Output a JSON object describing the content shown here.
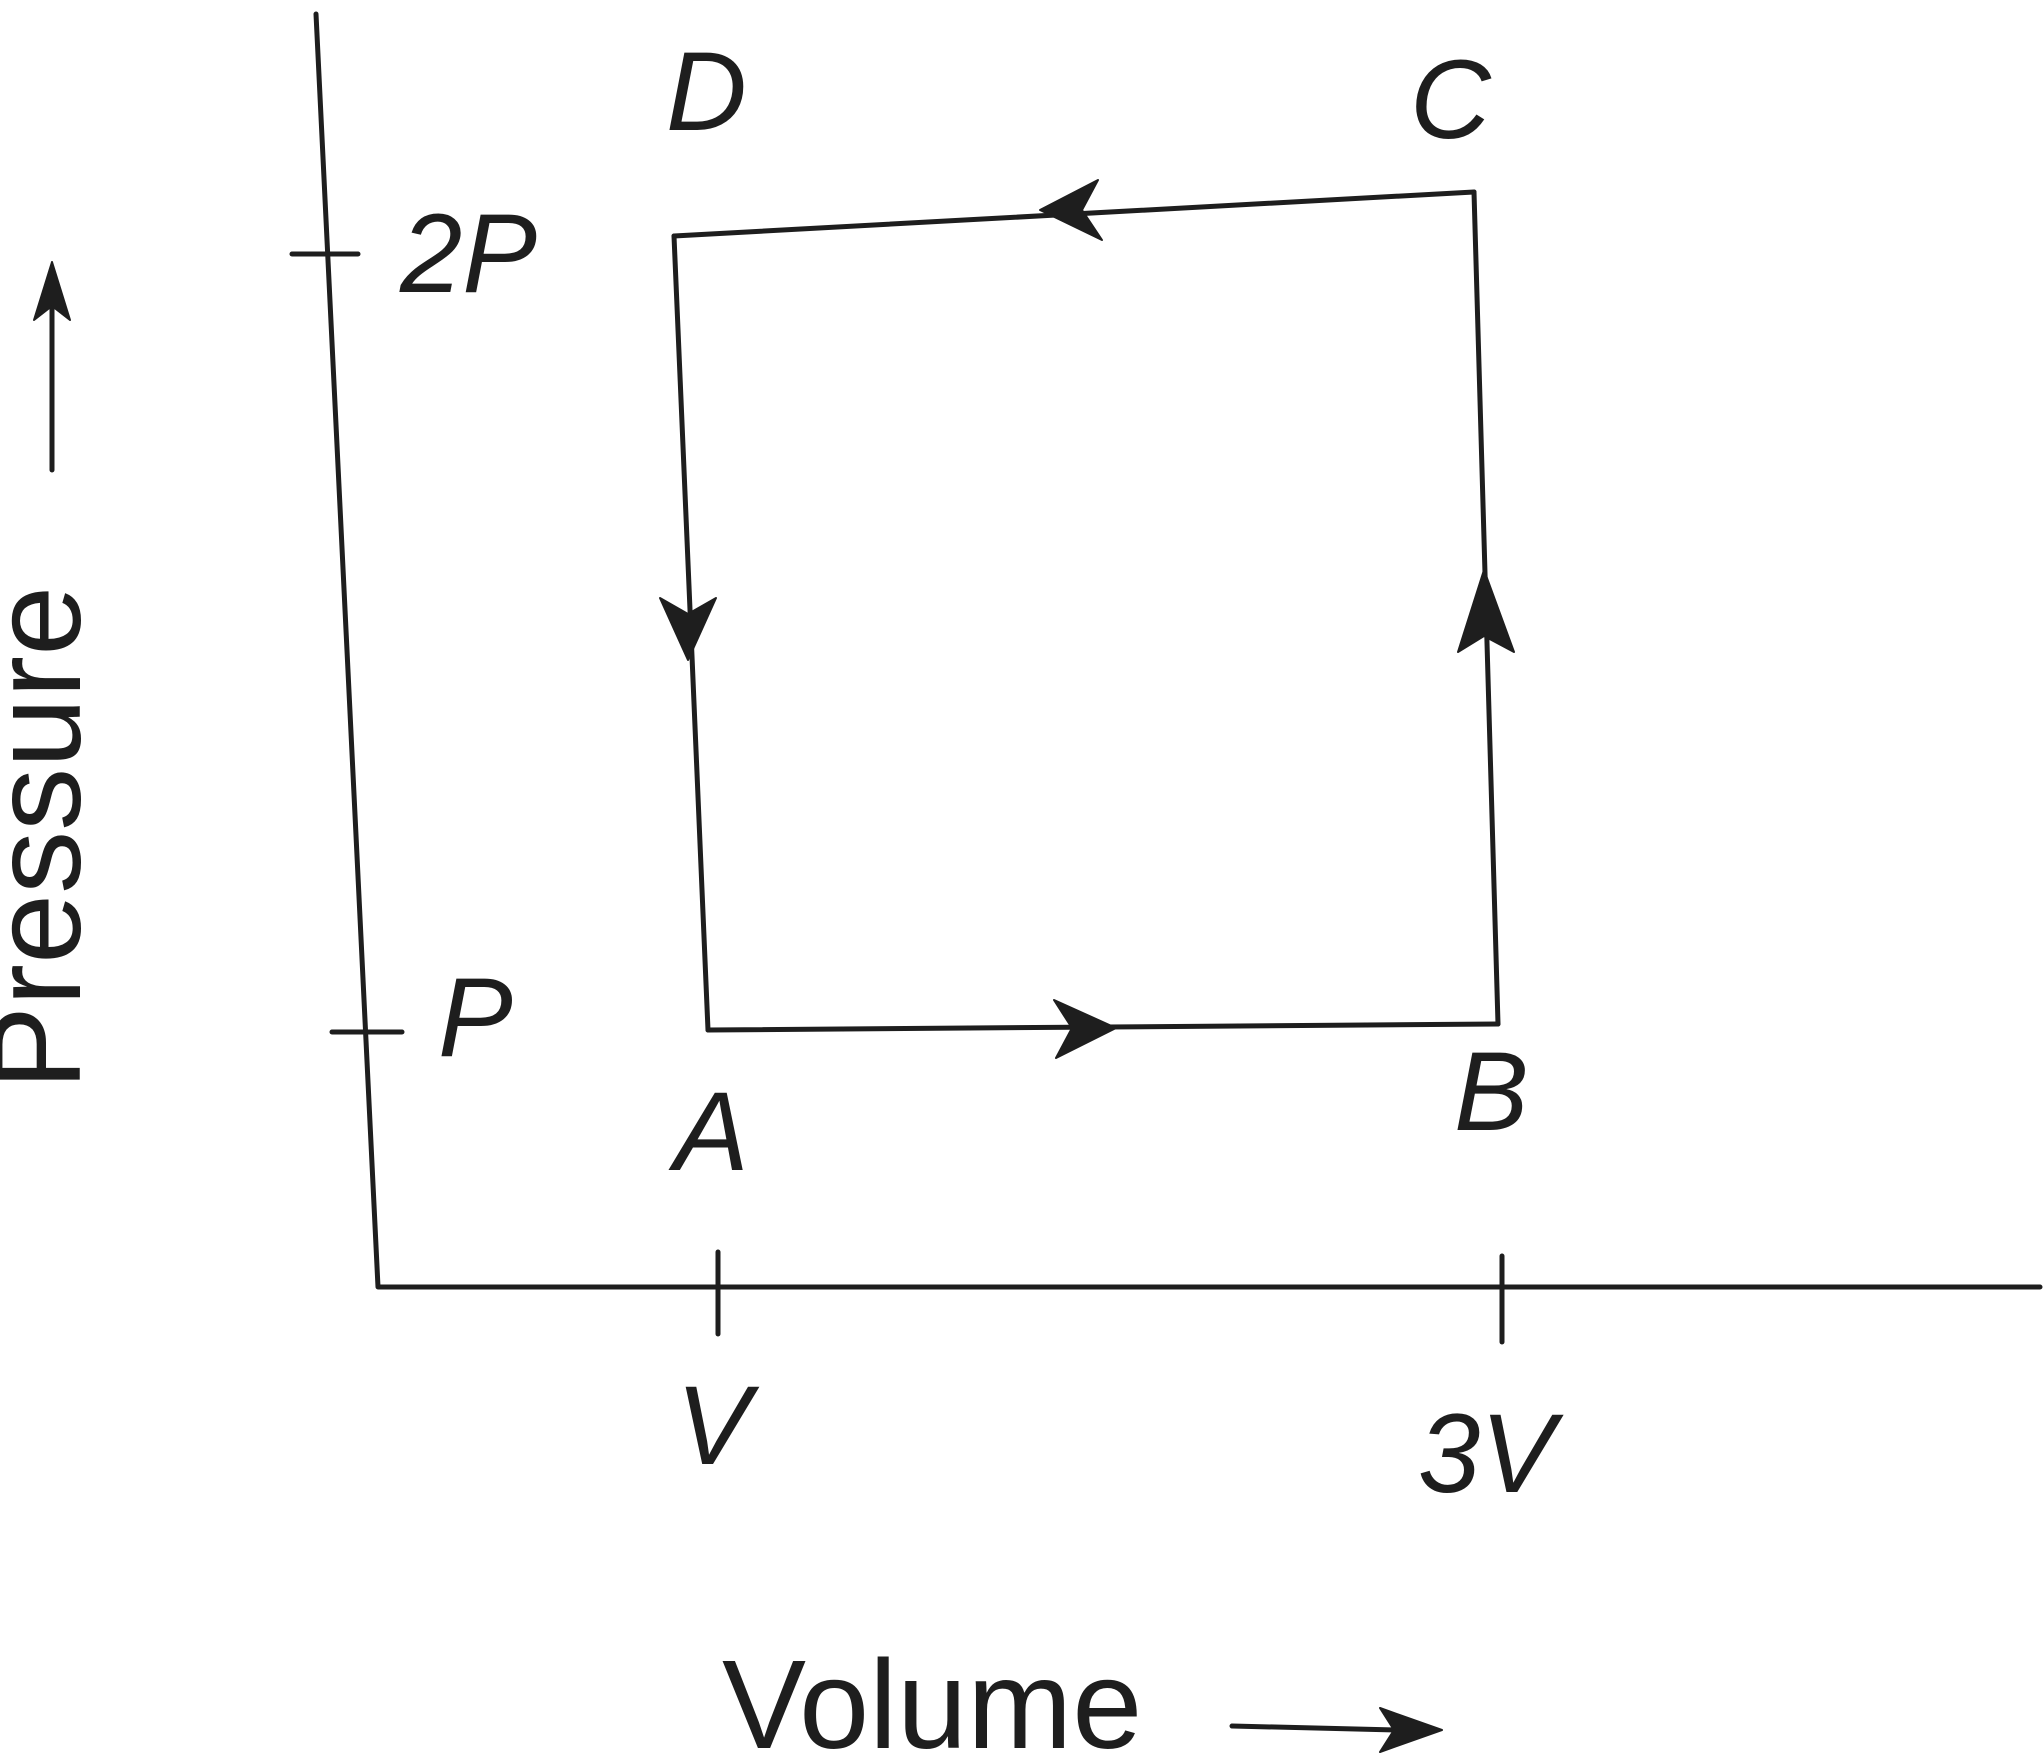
{
  "axes": {
    "x_label": "Volume",
    "y_label": "Pressure"
  },
  "ticks": {
    "y": [
      {
        "key": "p",
        "label": "P"
      },
      {
        "key": "2p",
        "label": "2P"
      }
    ],
    "x": [
      {
        "key": "v",
        "label": "V"
      },
      {
        "key": "3v",
        "label": "3V"
      }
    ]
  },
  "cycle": {
    "points": [
      {
        "name": "A",
        "volume": "V",
        "pressure": "P"
      },
      {
        "name": "B",
        "volume": "3V",
        "pressure": "P"
      },
      {
        "name": "C",
        "volume": "3V",
        "pressure": "2P"
      },
      {
        "name": "D",
        "volume": "V",
        "pressure": "2P"
      }
    ],
    "path_order": [
      "A",
      "B",
      "C",
      "D",
      "A"
    ]
  },
  "colors": {
    "ink": "#1e1e1e",
    "background": "#ffffff"
  }
}
